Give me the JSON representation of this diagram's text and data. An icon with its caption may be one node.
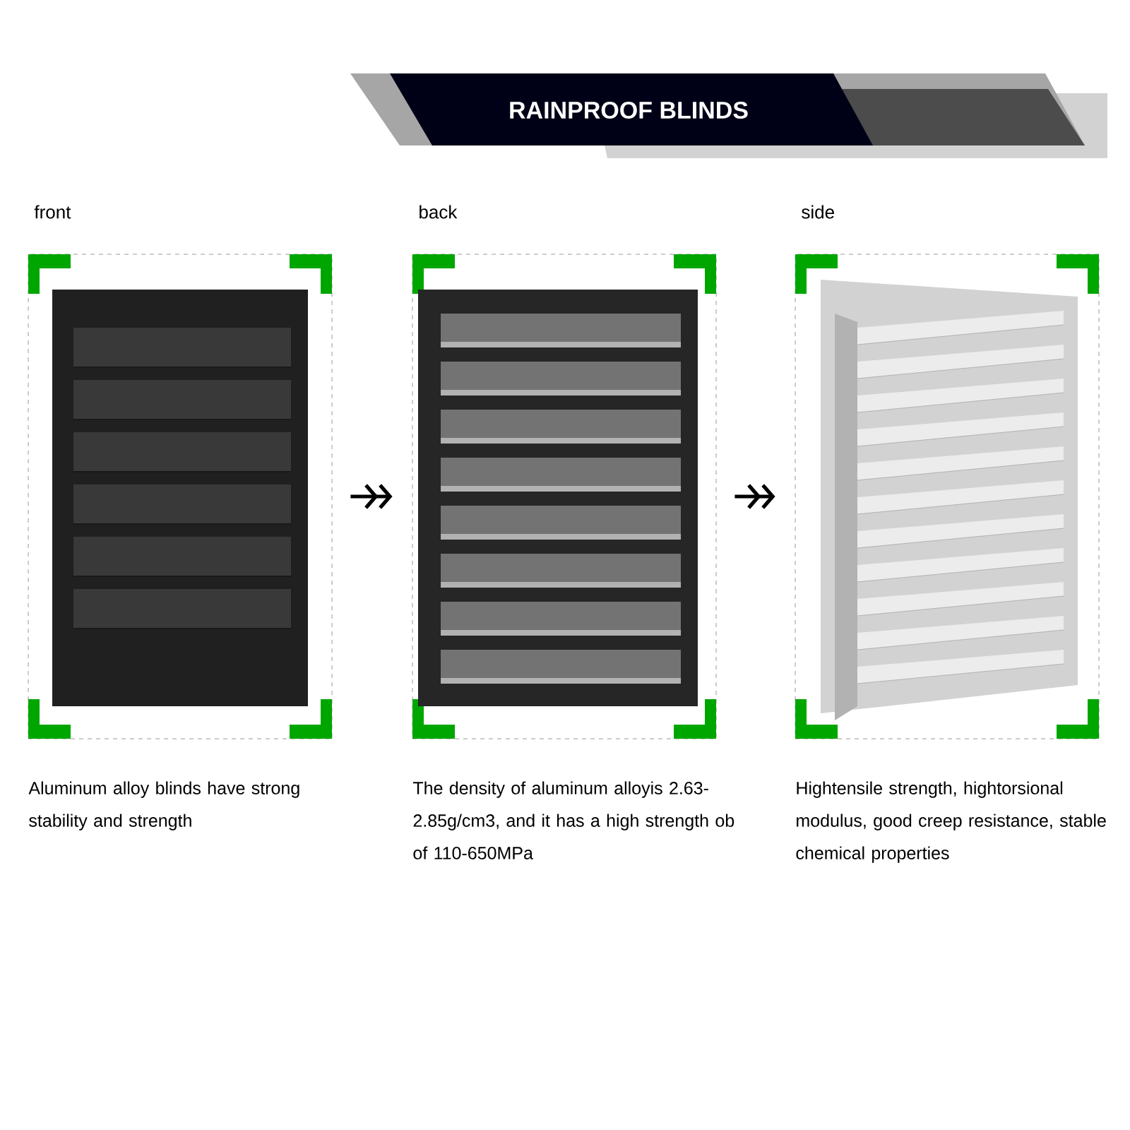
{
  "diagram": {
    "title": "RAINPROOF BLINDS",
    "nodes": [
      {
        "text": [
          "front"
        ],
        "beside": [
          "Aluminum alloy blinds have strong stability and strength"
        ]
      },
      {
        "text": [
          "back"
        ],
        "beside": [
          "The density of aluminum alloyis 2.63-2.85g/cm3, and it has a high strength ob of 110-650MPa"
        ]
      },
      {
        "text": [
          "side"
        ],
        "beside": [
          "Hightensile strength, hightorsional modulus, good creep resistance, stable chemical properties"
        ]
      }
    ],
    "edges": [
      {
        "from": 0,
        "to": 1,
        "arrow": "to"
      },
      {
        "from": 1,
        "to": 2,
        "arrow": "to"
      }
    ]
  }
}
